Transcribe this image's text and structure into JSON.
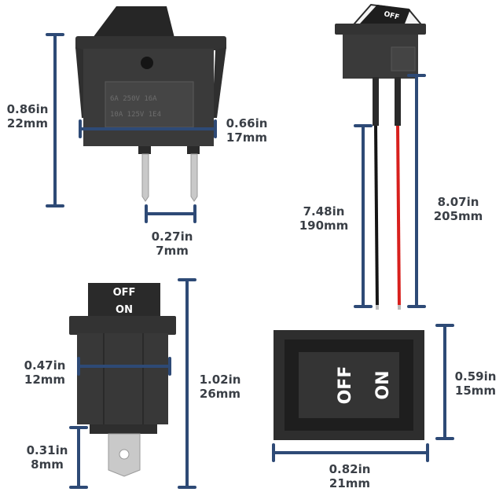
{
  "dimensions": {
    "height_side": {
      "in": "0.86in",
      "mm": "22mm"
    },
    "width_side": {
      "in": "0.66in",
      "mm": "17mm"
    },
    "pin_spacing": {
      "in": "0.27in",
      "mm": "7mm"
    },
    "wire_black": {
      "in": "7.48in",
      "mm": "190mm"
    },
    "wire_red": {
      "in": "8.07in",
      "mm": "205mm"
    },
    "body_width_front": {
      "in": "0.47in",
      "mm": "12mm"
    },
    "total_height_front": {
      "in": "1.02in",
      "mm": "26mm"
    },
    "pin_length": {
      "in": "0.31in",
      "mm": "8mm"
    },
    "panel_height": {
      "in": "0.59in",
      "mm": "15mm"
    },
    "panel_width": {
      "in": "0.82in",
      "mm": "21mm"
    }
  },
  "switch_markings": {
    "off": "OFF",
    "on": "ON"
  },
  "colors": {
    "dimension_line": "#2e4a76",
    "switch_body": "#2b2b2b",
    "wire_red": "#d8201d",
    "wire_black": "#151515",
    "terminal_metal": "#c9c9c9"
  }
}
